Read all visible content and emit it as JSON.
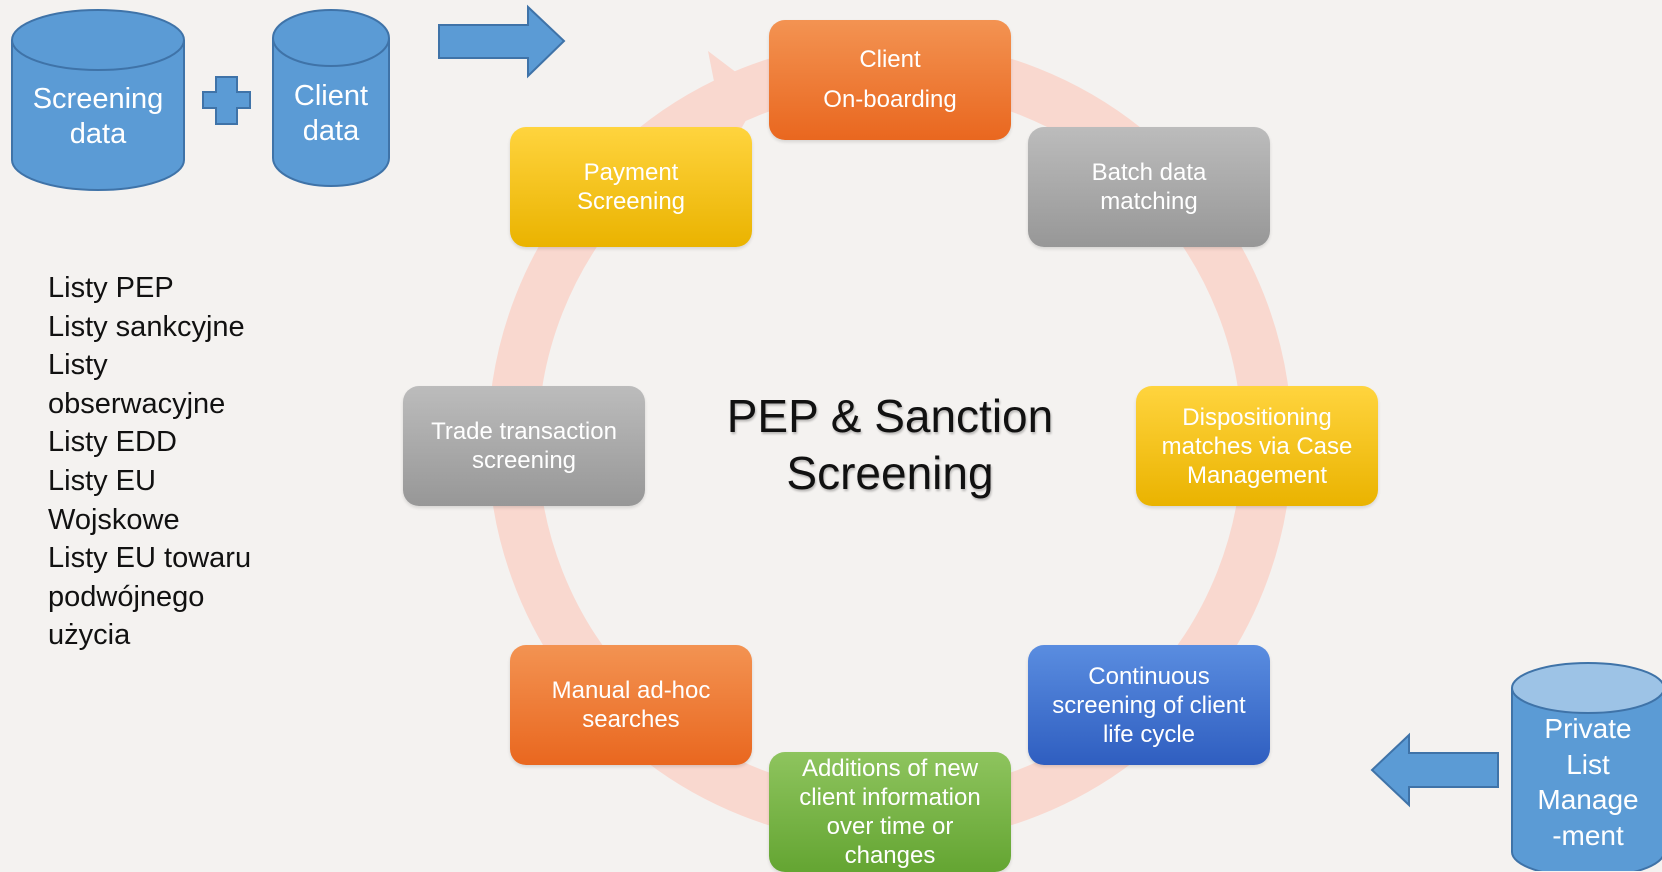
{
  "title": "PEP & Sanction\nScreening",
  "inputs": {
    "screening_data": "Screening\ndata",
    "client_data": "Client\ndata"
  },
  "cycle": [
    {
      "label": "Client\nOn-boarding",
      "color": "orange"
    },
    {
      "label": "Batch data\nmatching",
      "color": "gray"
    },
    {
      "label": "Dispositioning\nmatches via Case\nManagement",
      "color": "gold"
    },
    {
      "label": "Continuous\nscreening of client\nlife cycle",
      "color": "blue"
    },
    {
      "label": "Additions of new\nclient information\nover time or\nchanges",
      "color": "green"
    },
    {
      "label": "Manual ad-hoc\nsearches",
      "color": "orange"
    },
    {
      "label": "Trade transaction\nscreening",
      "color": "gray"
    },
    {
      "label": "Payment\nScreening",
      "color": "gold"
    }
  ],
  "lists": [
    "Listy PEP",
    "Listy sankcyjne",
    "Listy",
    "obserwacyjne",
    "Listy EDD",
    "Listy EU",
    "Wojskowe",
    "Listy EU towaru",
    "podwójnego",
    "użycia"
  ],
  "private_list": "Private\nList\nManage\n-ment",
  "colors": {
    "background": "#f4f2f0",
    "cylinder_blue": "#5b9bd5",
    "cylinder_border": "#3f73a8",
    "ring": "#f9d8cf",
    "orange": "#ed7d31",
    "gray": "#a5a5a5",
    "gold": "#ffc000",
    "blue": "#4472c4",
    "green": "#70ad47"
  }
}
